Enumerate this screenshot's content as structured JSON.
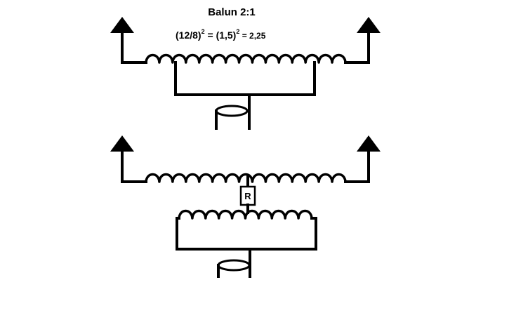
{
  "title": "Balun 2:1",
  "formula": {
    "left_base": "(12/8)",
    "left_exp": "2",
    "eq1": " = ",
    "mid_base": "(1,5)",
    "mid_exp": "2",
    "eq2": " = 2,25"
  },
  "resistor_label": "R"
}
